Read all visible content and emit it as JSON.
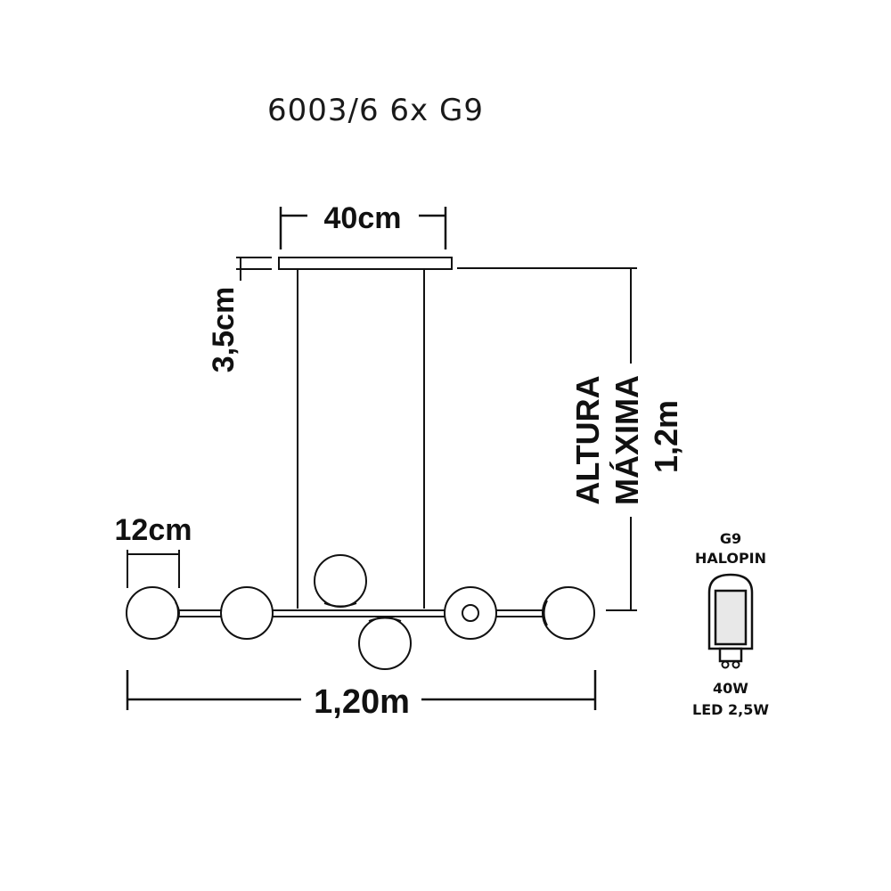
{
  "title": "6003/6 6x G9",
  "dimensions": {
    "canopy_width": "40cm",
    "canopy_height": "3,5cm",
    "globe_diameter": "12cm",
    "total_length": "1,20m",
    "max_height_line1": "ALTURA",
    "max_height_line2": "MÁXIMA",
    "max_height_value": "1,2m"
  },
  "bulb": {
    "type": "G9",
    "model": "HALOPIN",
    "power": "40W",
    "led_equivalent": "LED 2,5W"
  },
  "colors": {
    "line": "#111111",
    "background": "#ffffff"
  }
}
